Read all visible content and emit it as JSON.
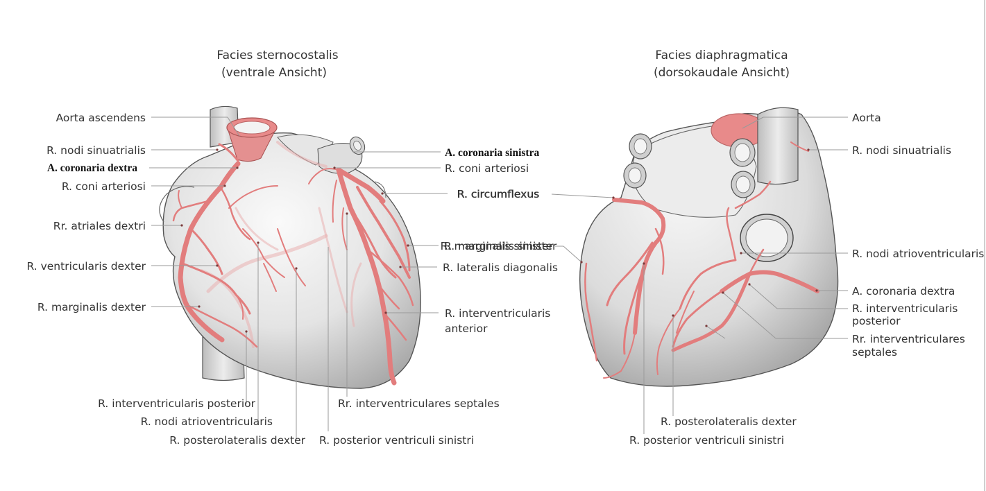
{
  "left_view": {
    "title_line1": "Facies sternocostalis",
    "title_line2": "(ventrale Ansicht)",
    "labels": {
      "aorta_ascendens": "Aorta ascendens",
      "r_nodi_sinuatrialis": "R. nodi sinuatrialis",
      "a_coronaria_dextra": "A. coronaria dextra",
      "r_coni_arteriosi_left": "R. coni arteriosi",
      "rr_atriales_dextri": "Rr. atriales dextri",
      "r_ventricularis_dexter": "R. ventricularis dexter",
      "r_marginalis_dexter": "R. marginalis dexter",
      "a_coronaria_sinistra": "A. coronaria sinistra",
      "r_coni_arteriosi_right": "R. coni arteriosi",
      "r_circumflexus": "R. circumflexus",
      "r_marginalis_sinister": "R. marginalis sinister",
      "r_lateralis_diagonalis": "R. lateralis diagonalis",
      "r_interventricularis_anterior_1": "R. interventricularis",
      "r_interventricularis_anterior_2": "anterior",
      "r_interventricularis_posterior": "R. interventricularis posterior",
      "r_nodi_atrioventricularis": "R. nodi atrioventricularis",
      "r_posterolateralis_dexter": "R. posterolateralis dexter",
      "rr_interventriculares_septales": "Rr. interventriculares septales",
      "r_posterior_ventriculi_sinistri": "R. posterior ventriculi sinistri"
    }
  },
  "right_view": {
    "title_line1": "Facies diaphragmatica",
    "title_line2": "(dorsokaudale Ansicht)",
    "labels": {
      "aorta": "Aorta",
      "r_nodi_sinuatrialis": "R. nodi sinuatrialis",
      "r_nodi_atrioventricularis": "R. nodi atrioventricularis",
      "a_coronaria_dextra": "A. coronaria dextra",
      "r_interventricularis_posterior_1": "R. interventricularis",
      "r_interventricularis_posterior_2": "posterior",
      "rr_interventriculares_septales_1": "Rr. interventriculares",
      "rr_interventriculares_septales_2": "septales",
      "r_posterolateralis_dexter": "R. posterolateralis dexter",
      "r_posterior_ventriculi_sinistri": "R. posterior ventriculi sinistri",
      "r_marginalis_sinister": "R. marginalis sinister",
      "r_circumflexus": "R. circumflexus"
    }
  },
  "colors": {
    "artery": "#e27d7d",
    "aorta": "#e88a8a",
    "heart_light": "#f4f4f4",
    "heart_dark": "#9d9d9d",
    "leader": "#9a9a9a",
    "text": "#333333"
  }
}
